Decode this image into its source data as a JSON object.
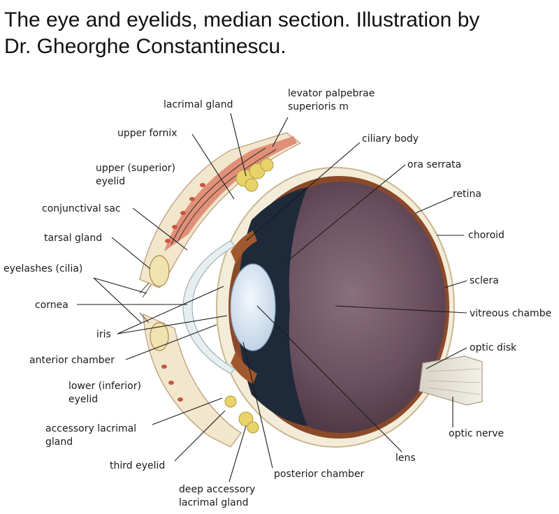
{
  "caption": {
    "line1": "The eye and eyelids, median section. Illustration by",
    "line2": "Dr. Gheorghe Constantinescu."
  },
  "colors": {
    "vitreous": "#5e4552",
    "vitreous_light": "#8a6f7c",
    "choroid": "#8a4a2a",
    "sclera": "#f3ecd8",
    "cornea": "#e8eef0",
    "lens": "#cfdff0",
    "iris_dark": "#1e2a3a",
    "gland_yellow": "#e8d36a",
    "muscle_red": "#c8553f",
    "skin": "#f2e6cc"
  },
  "labels": {
    "lacrimal_gland": "lacrimal gland",
    "levator_1": "levator palpebrae",
    "levator_2": "superioris m",
    "upper_fornix": "upper fornix",
    "ciliary_body": "ciliary body",
    "upper_eyelid_1": "upper (superior)",
    "upper_eyelid_2": "eyelid",
    "ora_serrata": "ora serrata",
    "retina": "retina",
    "conjunctival_sac": "conjunctival sac",
    "choroid": "choroid",
    "tarsal_gland": "tarsal gland",
    "eyelashes": "eyelashes (cilia)",
    "sclera": "sclera",
    "cornea": "cornea",
    "vitreous": "vitreous chambe",
    "iris": "iris",
    "optic_disk": "optic disk",
    "anterior_chamber": "anterior chamber",
    "lower_eyelid_1": "lower (inferior)",
    "lower_eyelid_2": "eyelid",
    "accessory_1": "accessory lacrimal",
    "accessory_2": "gland",
    "optic_nerve": "optic nerve",
    "lens": "lens",
    "third_eyelid": "third eyelid",
    "posterior_chamber": "posterior chamber",
    "deep_1": "deep accessory",
    "deep_2": "lacrimal gland"
  }
}
